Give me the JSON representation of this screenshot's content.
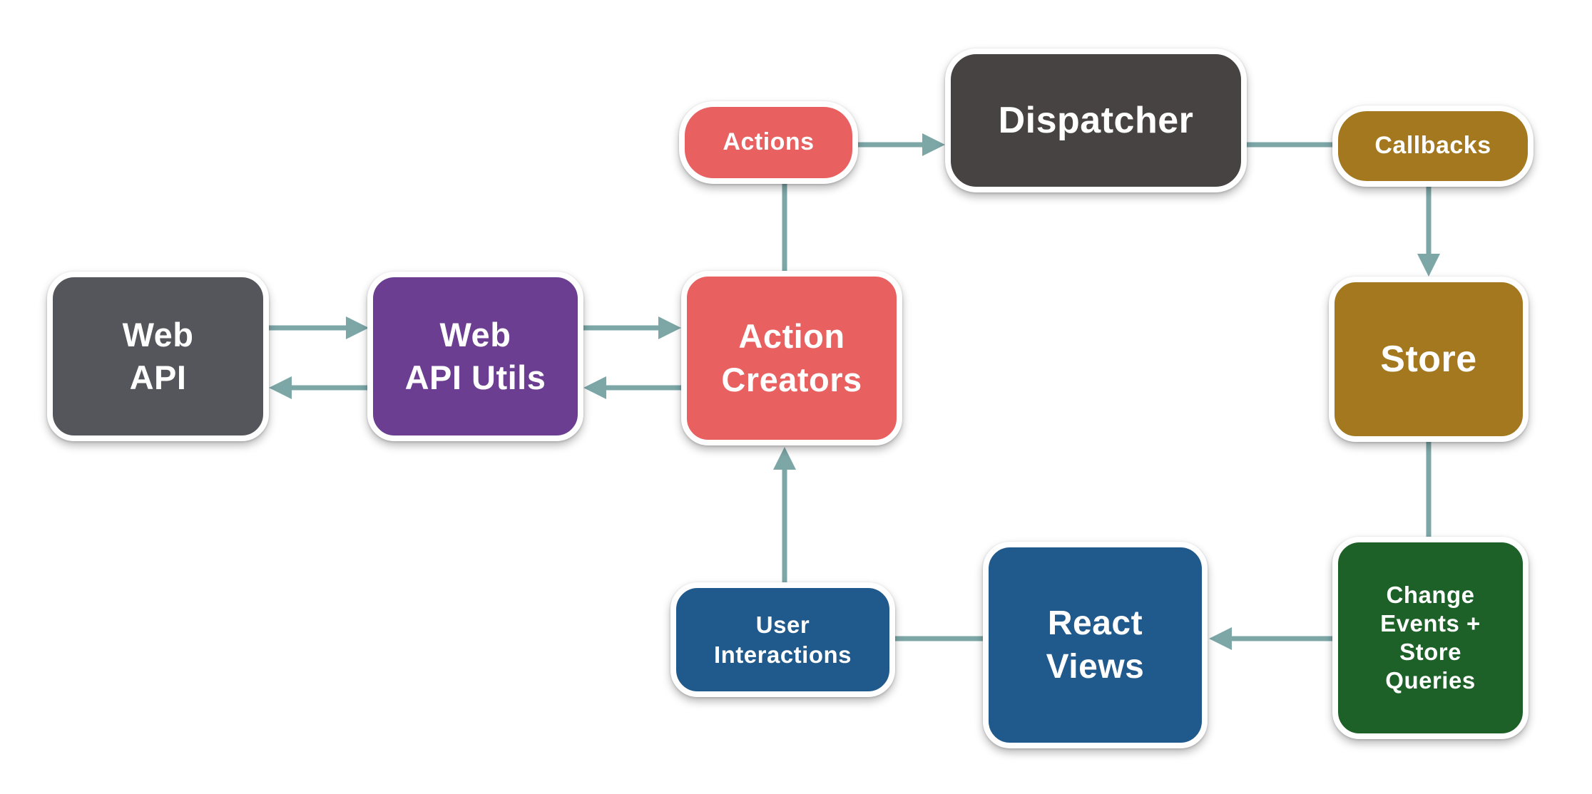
{
  "diagram": {
    "type": "flowchart",
    "background": "#ffffff",
    "arrow_color": "#7da7a7",
    "node_border_color": "#ffffff",
    "text_color": "#ffffff",
    "nodes": {
      "web_api": {
        "label": "Web\nAPI",
        "color": "#55565b"
      },
      "web_api_utils": {
        "label": "Web\nAPI Utils",
        "color": "#6b3e91"
      },
      "action_creators": {
        "label": "Action\nCreators",
        "color": "#e86060"
      },
      "actions": {
        "label": "Actions",
        "color": "#e86060"
      },
      "dispatcher": {
        "label": "Dispatcher",
        "color": "#474343"
      },
      "callbacks": {
        "label": "Callbacks",
        "color": "#a3781f"
      },
      "store": {
        "label": "Store",
        "color": "#a3781f"
      },
      "change_events": {
        "label": "Change\nEvents +\nStore\nQueries",
        "color": "#1d6028"
      },
      "react_views": {
        "label": "React\nViews",
        "color": "#20598b"
      },
      "user_interactions": {
        "label": "User\nInteractions",
        "color": "#20598b"
      }
    },
    "edges": [
      {
        "from": "web_api",
        "to": "web_api_utils",
        "arrow": true
      },
      {
        "from": "web_api_utils",
        "to": "web_api",
        "arrow": true
      },
      {
        "from": "web_api_utils",
        "to": "action_creators",
        "arrow": true
      },
      {
        "from": "action_creators",
        "to": "web_api_utils",
        "arrow": true
      },
      {
        "from": "action_creators",
        "to": "actions",
        "arrow": false
      },
      {
        "from": "actions",
        "to": "dispatcher",
        "arrow": true
      },
      {
        "from": "dispatcher",
        "to": "callbacks",
        "arrow": false
      },
      {
        "from": "callbacks",
        "to": "store",
        "arrow": true
      },
      {
        "from": "store",
        "to": "change_events",
        "arrow": false
      },
      {
        "from": "change_events",
        "to": "react_views",
        "arrow": true
      },
      {
        "from": "react_views",
        "to": "user_interactions",
        "arrow": false
      },
      {
        "from": "user_interactions",
        "to": "action_creators",
        "arrow": true
      }
    ]
  }
}
